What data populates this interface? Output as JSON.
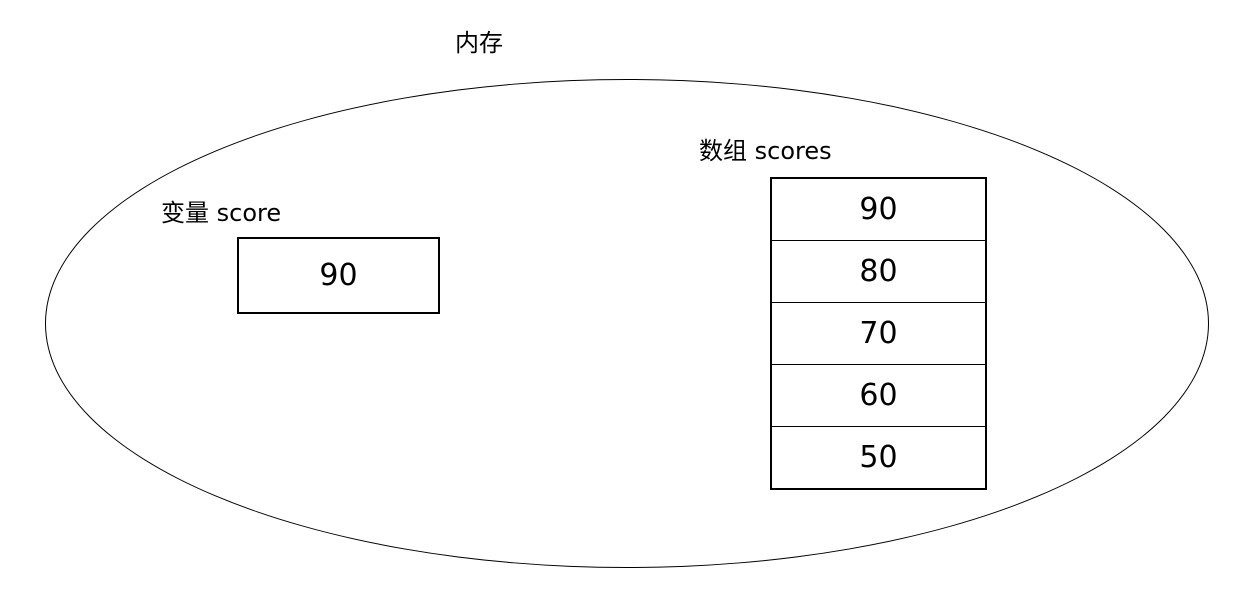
{
  "diagram": {
    "title": "内存",
    "variable": {
      "label": "变量 score",
      "value": "90"
    },
    "array": {
      "label": "数组 scores",
      "cells": [
        "90",
        "80",
        "70",
        "60",
        "50"
      ]
    }
  },
  "colors": {
    "background": "#ffffff",
    "line": "#000000",
    "text": "#000000"
  }
}
